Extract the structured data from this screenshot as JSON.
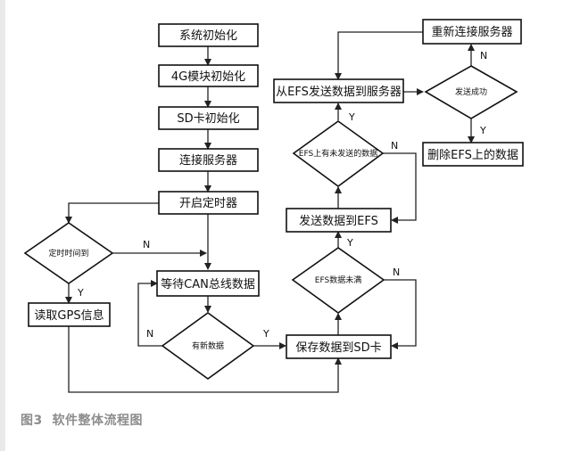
{
  "caption": "图3  软件整体流程图",
  "nodes": {
    "sys_init": "系统初始化",
    "g4_init": "4G模块初始化",
    "sd_init": "SD卡初始化",
    "connect": "连接服务器",
    "timer": "开启定时器",
    "timer_up": "定时时间到",
    "read_gps": "读取GPS信息",
    "wait_can": "等待CAN总线数据",
    "new_data": "有新数据",
    "save_sd": "保存数据到SD卡",
    "efs_full": "EFS数据未满",
    "send_efs": "发送数据到EFS",
    "efs_unsent": "EFS上有未发送的数据",
    "send_server": "从EFS发送数据到服务器",
    "send_ok": "发送成功",
    "reconnect": "重新连接服务器",
    "delete_efs": "删除EFS上的数据"
  },
  "labels": {
    "yes": "Y",
    "no": "N"
  }
}
